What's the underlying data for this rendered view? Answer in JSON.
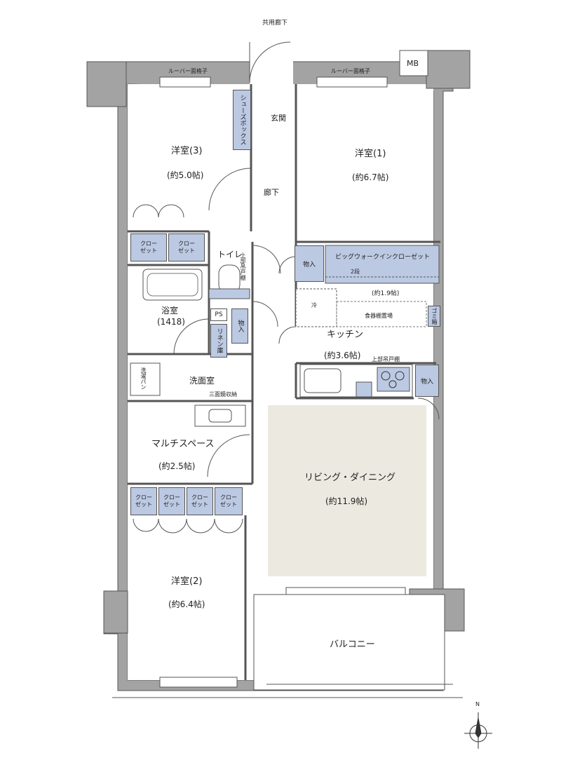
{
  "labels": {
    "common_corridor": "共用廊下",
    "louver_left": "ルーバー面格子",
    "louver_right": "ルーバー面格子",
    "mb": "MB",
    "shoebox": "シューズボックス",
    "entrance": "玄関",
    "hallway": "廊下",
    "toilet": "トイレ",
    "upper_cabinet_toilet": "上部吊戸棚",
    "storage_1": "物入",
    "storage_2": "物入",
    "storage_3": "物入",
    "ps": "PS",
    "linen": "リネン庫",
    "walkin_closet": "ビッグウォークインクローゼット",
    "two_tier": "2段",
    "walkin_area": "(約1.9帖)",
    "refrigerator": "冷",
    "dish_shelf": "食器棚置場",
    "trash": "ゴミ箱",
    "kitchen": "キッチン",
    "kitchen_area": "(約3.6帖)",
    "upper_cabinet_kitchen": "上部吊戸棚",
    "washer": "洗濯パン",
    "washroom": "洗面室",
    "three_mirror": "三面鏡収納",
    "bath": "浴室",
    "bath_size": "(1418)",
    "multi_space": "マルチスペース",
    "multi_area": "(約2.5帖)",
    "ldk": "リビング・ダイニング",
    "ldk_area": "(約11.9帖)",
    "balcony": "バルコニー",
    "north": "N"
  },
  "rooms": {
    "r1": {
      "name": "洋室(1)",
      "area": "(約6.7帖)"
    },
    "r2": {
      "name": "洋室(2)",
      "area": "(約6.4帖)"
    },
    "r3": {
      "name": "洋室(3)",
      "area": "(約5.0帖)"
    }
  },
  "closet": {
    "line1": "クロー",
    "line2": "ゼット"
  },
  "colors": {
    "wall": "#999999",
    "closet": "#bcc9e3",
    "ldk_floor": "#ece9e0"
  }
}
